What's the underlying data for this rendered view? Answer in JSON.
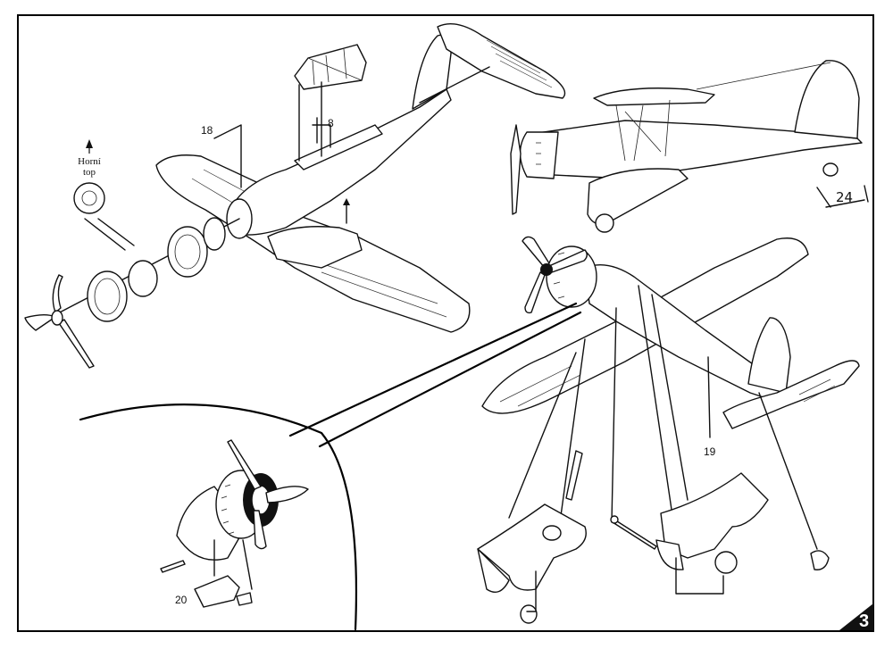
{
  "labels": {
    "part_18": "18",
    "part_8": "8",
    "part_24": "24",
    "part_19": "19",
    "part_20": "20",
    "direction_czech": "Horní",
    "direction_english": "top"
  },
  "page": {
    "number": "3"
  }
}
